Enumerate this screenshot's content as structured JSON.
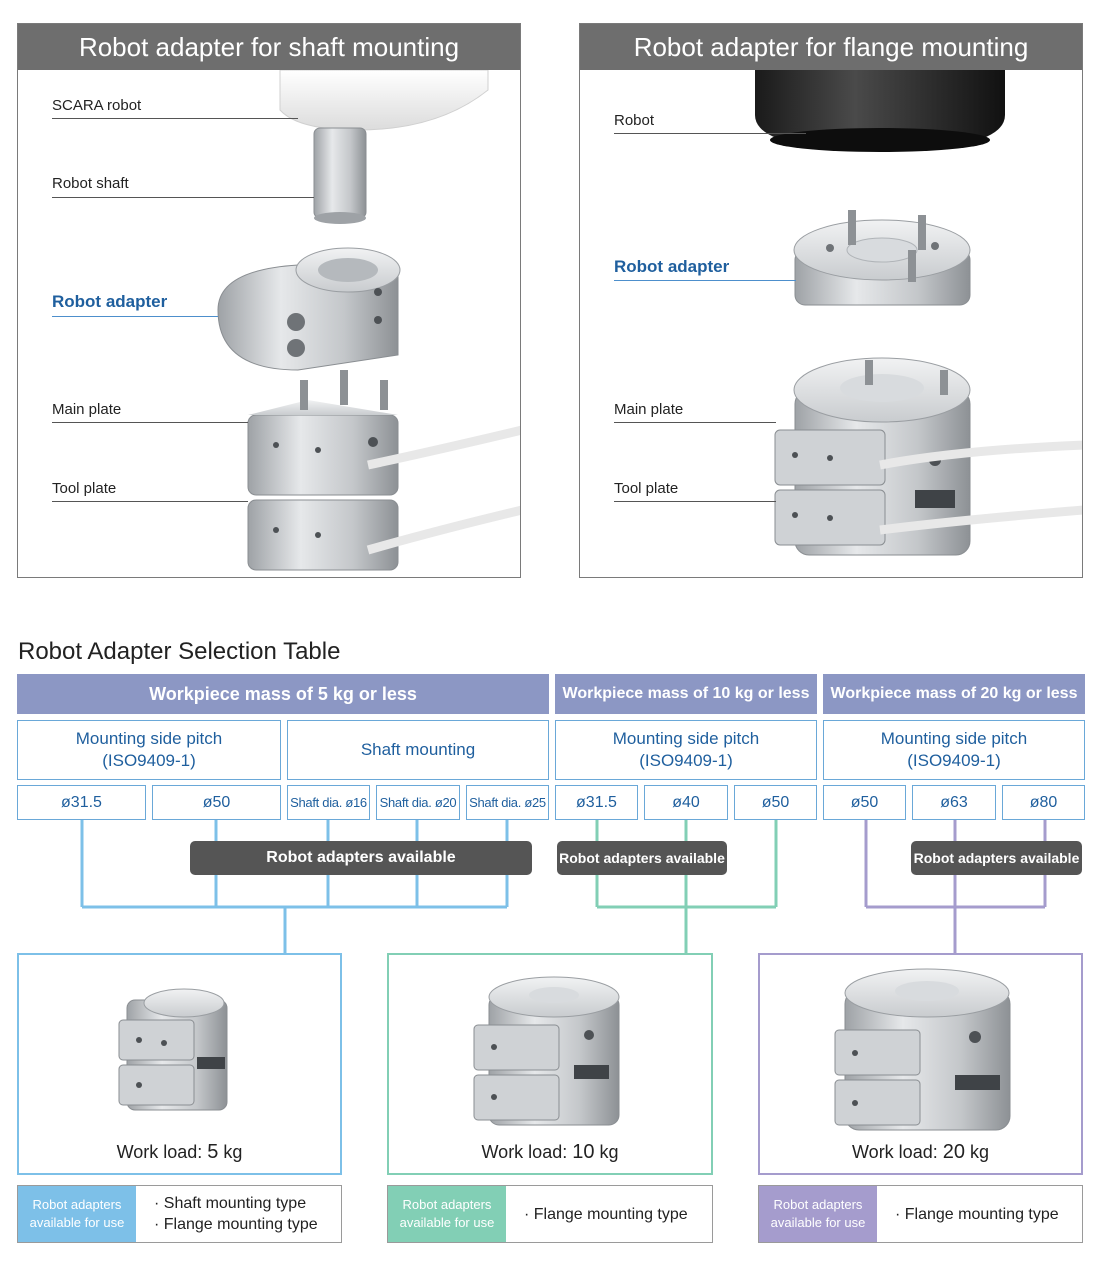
{
  "panels": {
    "shaft": {
      "title": "Robot adapter for shaft mounting",
      "labels": {
        "scara": "SCARA robot",
        "shaft": "Robot shaft",
        "adapter": "Robot adapter",
        "main": "Main plate",
        "tool": "Tool plate"
      }
    },
    "flange": {
      "title": "Robot adapter for flange mounting",
      "labels": {
        "robot": "Robot",
        "adapter": "Robot adapter",
        "main": "Main plate",
        "tool": "Tool plate"
      }
    }
  },
  "table": {
    "title": "Robot Adapter Selection Table",
    "groups": [
      {
        "label": "Workpiece mass of 5 kg or less"
      },
      {
        "label": "Workpiece mass of 10 kg or less"
      },
      {
        "label": "Workpiece mass of 20 kg or less"
      }
    ],
    "subheads": {
      "pitch_a_1": "Mounting side pitch",
      "pitch_a_2": "(ISO9409-1)",
      "shaft": "Shaft mounting",
      "pitch_b_1": "Mounting side pitch",
      "pitch_b_2": "(ISO9409-1)",
      "pitch_c_1": "Mounting side pitch",
      "pitch_c_2": "(ISO9409-1)"
    },
    "sizes": [
      "ø31.5",
      "ø50",
      "Shaft dia. ø16",
      "Shaft dia. ø20",
      "Shaft dia. ø25",
      "ø31.5",
      "ø40",
      "ø50",
      "ø50",
      "ø63",
      "ø80"
    ],
    "available": "Robot adapters available",
    "colors": {
      "blue": "#7dc0e8",
      "green": "#82cfb5",
      "purple": "#a59ccd",
      "header": "#8c97c4"
    }
  },
  "products": [
    {
      "prefix": "Work load: ",
      "num": "5",
      "unit": " kg",
      "tag_1": "Robot adapters",
      "tag_2": "available for use",
      "types": [
        "· Shaft mounting type",
        "· Flange mounting type"
      ]
    },
    {
      "prefix": "Work load: ",
      "num": "10",
      "unit": " kg",
      "tag_1": "Robot adapters",
      "tag_2": "available for use",
      "types": [
        "· Flange mounting type"
      ]
    },
    {
      "prefix": "Work load: ",
      "num": "20",
      "unit": " kg",
      "tag_1": "Robot adapters",
      "tag_2": "available for use",
      "types": [
        "· Flange mounting type"
      ]
    }
  ]
}
